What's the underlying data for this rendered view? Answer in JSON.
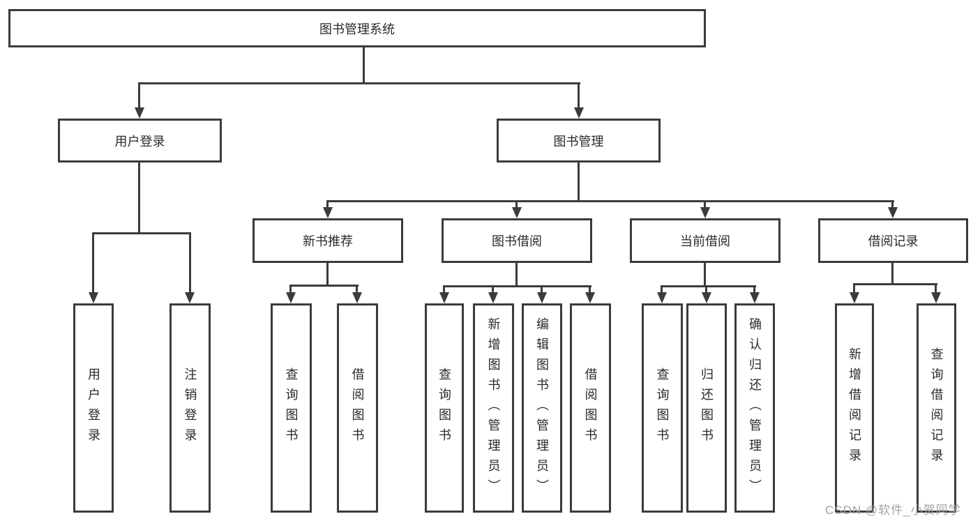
{
  "diagram": {
    "root": {
      "label": "图书管理系统"
    },
    "branches": [
      {
        "label": "用户登录",
        "children": [
          {
            "label": "用户登录"
          },
          {
            "label": "注销登录"
          }
        ]
      },
      {
        "label": "图书管理",
        "groups": [
          {
            "label": "新书推荐",
            "children": [
              {
                "label": "查询图书"
              },
              {
                "label": "借阅图书"
              }
            ]
          },
          {
            "label": "图书借阅",
            "children": [
              {
                "label": "查询图书"
              },
              {
                "label": "新增图书（管理员）"
              },
              {
                "label": "编辑图书（管理员）"
              },
              {
                "label": "借阅图书"
              }
            ]
          },
          {
            "label": "当前借阅",
            "children": [
              {
                "label": "查询图书"
              },
              {
                "label": "归还图书"
              },
              {
                "label": "确认归还（管理员）"
              }
            ]
          },
          {
            "label": "借阅记录",
            "children": [
              {
                "label": "新增借阅记录"
              },
              {
                "label": "查询借阅记录"
              }
            ]
          }
        ]
      }
    ]
  },
  "watermark": {
    "text": "CSDN @软件_小贺同学"
  },
  "colors": {
    "line": "#3b3b3b",
    "text": "#2a2a2a",
    "watermark": "#a3a3a3",
    "background": "#ffffff"
  }
}
